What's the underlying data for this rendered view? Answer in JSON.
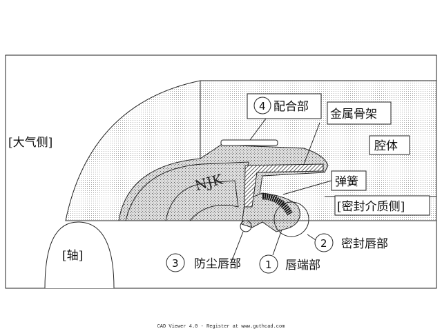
{
  "labels": {
    "fit_part": "配合部",
    "fit_num": "4",
    "metal_case": "金属骨架",
    "atmosphere_side": "[大气侧]",
    "housing": "腔体",
    "spring": "弹簧",
    "sealed_medium_side": "[密封介质侧]",
    "seal_lip": "密封唇部",
    "seal_lip_num": "2",
    "dust_lip": "防尘唇部",
    "dust_lip_num": "3",
    "lip_edge": "唇端部",
    "lip_edge_num": "1",
    "shaft": "[轴]",
    "brand": "NJK"
  },
  "footer": "CAD Viewer 4.0 - Register at www.guthcad.com"
}
